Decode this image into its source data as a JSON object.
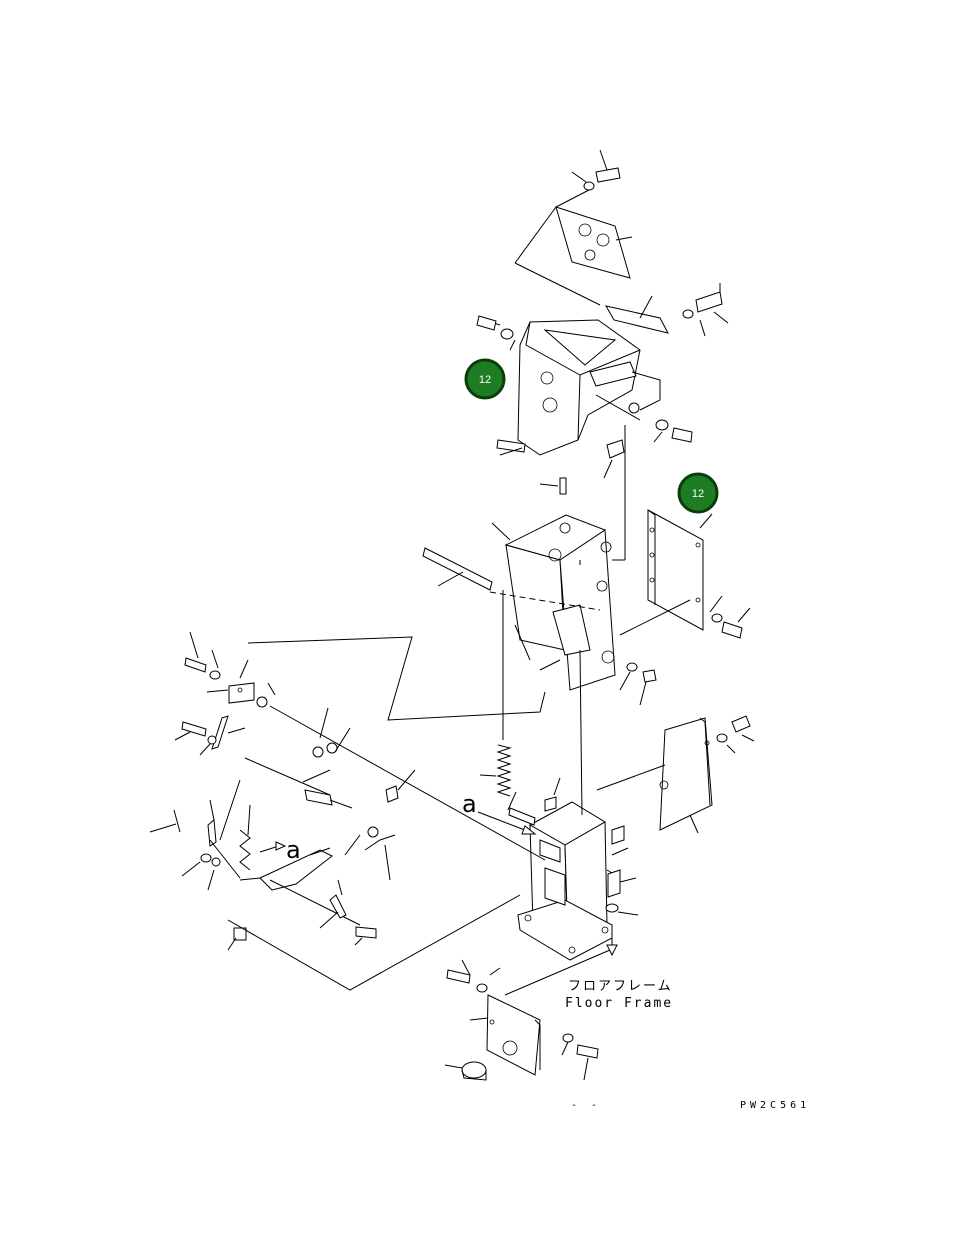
{
  "callouts": [
    {
      "label": "12",
      "color": "#1e7d22",
      "ring": "#0a3d0c"
    },
    {
      "label": "12",
      "color": "#1e7d22",
      "ring": "#0a3d0c"
    }
  ],
  "labels": {
    "floor_frame_jp": "フロアフレーム",
    "floor_frame_en": "Floor Frame",
    "view_a_top": "a",
    "view_a_pedal": "a",
    "bottom_marks": "- -",
    "figure_code": "PW2C561"
  }
}
